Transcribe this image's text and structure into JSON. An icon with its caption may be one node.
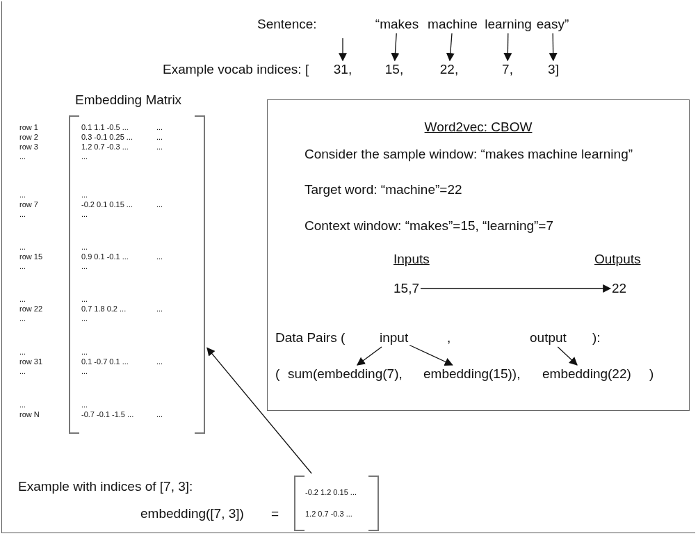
{
  "diagram": {
    "nodes": [
      {
        "text": [
          "“makes"
        ]
      },
      {
        "text": [
          "machine"
        ]
      },
      {
        "text": [
          "learning"
        ]
      },
      {
        "text": [
          "easy”"
        ]
      },
      {
        "text": [
          "31,"
        ]
      },
      {
        "text": [
          "15,"
        ]
      },
      {
        "text": [
          "22,"
        ]
      },
      {
        "text": [
          "7,"
        ]
      },
      {
        "text": [
          "3]"
        ]
      },
      {
        "text": [
          "Embedding Matrix"
        ]
      },
      {
        "text": [
          "Word2vec: CBOW"
        ]
      },
      {
        "text": [
          "15,7"
        ],
        "in": 10
      },
      {
        "text": [
          "22"
        ],
        "in": 10
      },
      {
        "text": [
          "input"
        ],
        "in": 10
      },
      {
        "text": [
          "output"
        ],
        "in": 10
      },
      {
        "text": [
          "sum(embedding(7),"
        ],
        "in": 10
      },
      {
        "text": [
          "embedding(15)),"
        ],
        "in": 10
      },
      {
        "text": [
          "embedding(22)"
        ],
        "in": 10
      },
      {
        "text": [
          "-0.2 1.2 0.15 ...",
          "1.2 0.7 -0.3 ..."
        ]
      }
    ],
    "edges": [
      {
        "from": null,
        "to": 4,
        "arrow": "to"
      },
      {
        "from": 0,
        "to": 5,
        "arrow": "to"
      },
      {
        "from": 1,
        "to": 6,
        "arrow": "to"
      },
      {
        "from": 2,
        "to": 7,
        "arrow": "to"
      },
      {
        "from": 3,
        "to": 8,
        "arrow": "to"
      },
      {
        "from": 11,
        "to": 12,
        "arrow": "to"
      },
      {
        "from": 13,
        "to": 15,
        "arrow": "to"
      },
      {
        "from": 13,
        "to": 16,
        "arrow": "to"
      },
      {
        "from": 14,
        "to": 17,
        "arrow": "to"
      },
      {
        "from": 18,
        "to": 9,
        "arrow": "to"
      }
    ],
    "labels": [
      "Sentence:",
      "Example vocab indices: [",
      "row 1",
      "0.1 1.1 -0.5 ...",
      "...",
      "row 2",
      "0.3 -0.1 0.25 ...",
      "...",
      "row 3",
      "1.2 0.7 -0.3 ...",
      "...",
      "...",
      "...",
      "...",
      "...",
      "row 7",
      "-0.2 0.1 0.15 ...",
      "...",
      "...",
      "...",
      "...",
      "...",
      "row 15",
      "0.9 0.1 -0.1 ...",
      "...",
      "...",
      "...",
      "...",
      "...",
      "row 22",
      "0.7 1.8 0.2 ...",
      "...",
      "...",
      "...",
      "...",
      "...",
      "row 31",
      "0.1 -0.7 0.1 ...",
      "...",
      "...",
      "...",
      "...",
      "...",
      "row N",
      "-0.7 -0.1 -1.5 ...",
      "...",
      "Consider the sample window: “makes machine learning”",
      "Target word: “machine”=22",
      "Context window: “makes”=15, “learning”=7",
      "Inputs",
      "Outputs",
      "Data Pairs (",
      ",",
      "):",
      "(",
      ")",
      "Example with indices of [7, 3]:",
      "embedding([7, 3])",
      "="
    ]
  }
}
